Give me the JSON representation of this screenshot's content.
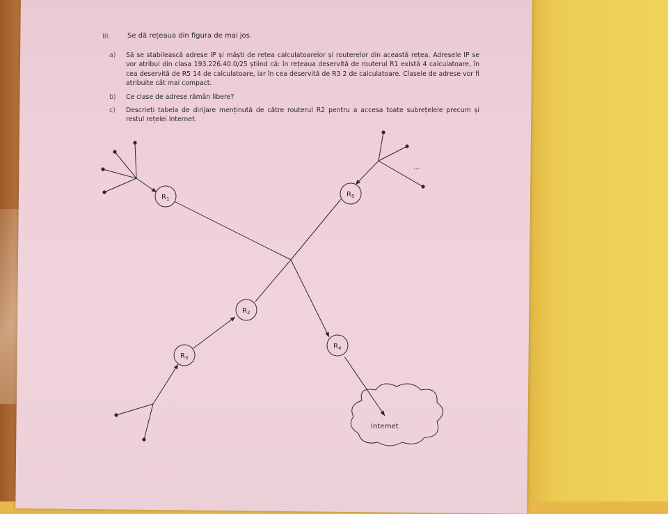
{
  "section_number": "III.",
  "heading": "Se dă rețeaua din figura de mai jos.",
  "items": {
    "a": {
      "label": "a)",
      "text": "Să se stabilească adrese IP și măști de rețea calculatoarelor și routerelor din această rețea. Adresele IP se vor atribui din clasa 193.226.40.0/25 știind că: în rețeaua deservită de routerul R1 există 4 calculatoare, în cea deservită de R5 14 de calculatoare, iar în cea deservită de R3 2 de calculatoare. Clasele de adrese vor fi atribuite cât mai compact."
    },
    "b": {
      "label": "b)",
      "text": "Ce clase de adrese rămân libere?"
    },
    "c": {
      "label": "c)",
      "text": "Descrieți tabela de dirijare menținută de către routerul R2 pentru a accesa toate subrețelele precum și restul rețelei Internet."
    }
  },
  "diagram": {
    "routers": {
      "r1": {
        "letter": "R",
        "sub": "1"
      },
      "r2": {
        "letter": "R",
        "sub": "2"
      },
      "r3": {
        "letter": "R",
        "sub": "3"
      },
      "r4": {
        "letter": "R",
        "sub": "4"
      },
      "r5": {
        "letter": "R",
        "sub": "5"
      }
    },
    "ellipsis": "...",
    "cloud_label": "Internet"
  }
}
